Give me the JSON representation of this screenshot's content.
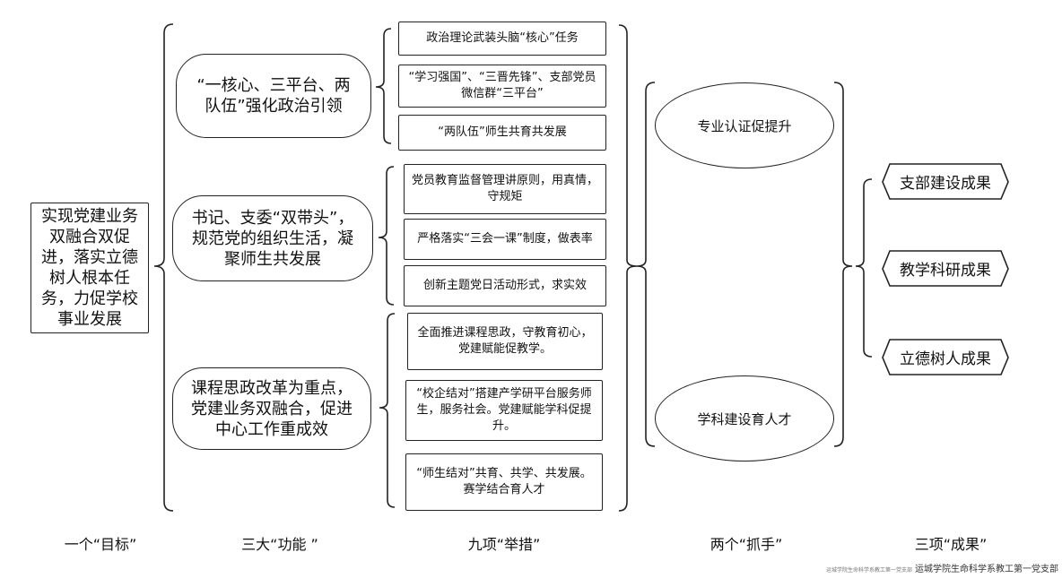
{
  "goal": "实现党建业务双融合双促进，落实立德树人根本任务，力促学校事业发展",
  "functions": [
    "“一核心、三平台、两队伍”强化政治引领",
    "书记、支委“双带头”，规范党的组织生活，凝聚师生共发展",
    "课程思政改革为重点，党建业务双融合，促进中心工作重成效"
  ],
  "measures": [
    "政治理论武装头脑“核心”任务",
    "“学习强国”、“三晋先锋”、支部党员微信群“三平台”",
    "“两队伍”师生共育共发展",
    "党员教育监督管理讲原则，用真情，守规矩",
    "严格落实“三会一课”制度，做表率",
    "创新主题党日活动形式，求实效",
    "全面推进课程思政，守教育初心，党建赋能促教学。",
    "“校企结对”搭建产学研平台服务师生，服务社会。党建赋能学科促提升。",
    "“师生结对”共育、共学、共发展。赛学结合育人才"
  ],
  "grips": [
    "专业认证促提升",
    "学科建设育人才"
  ],
  "results": [
    "支部建设成果",
    "教学科研成果",
    "立德树人成果"
  ],
  "column_headers": [
    "一个“目标”",
    "三大“功能 ”",
    "九项“举措”",
    "两个“抓手”",
    "三项“成果”"
  ],
  "footer": {
    "small_text": "运城学院生命科学系教工第一党支部",
    "text": "运城学院生命科学系教工第一党支部"
  }
}
